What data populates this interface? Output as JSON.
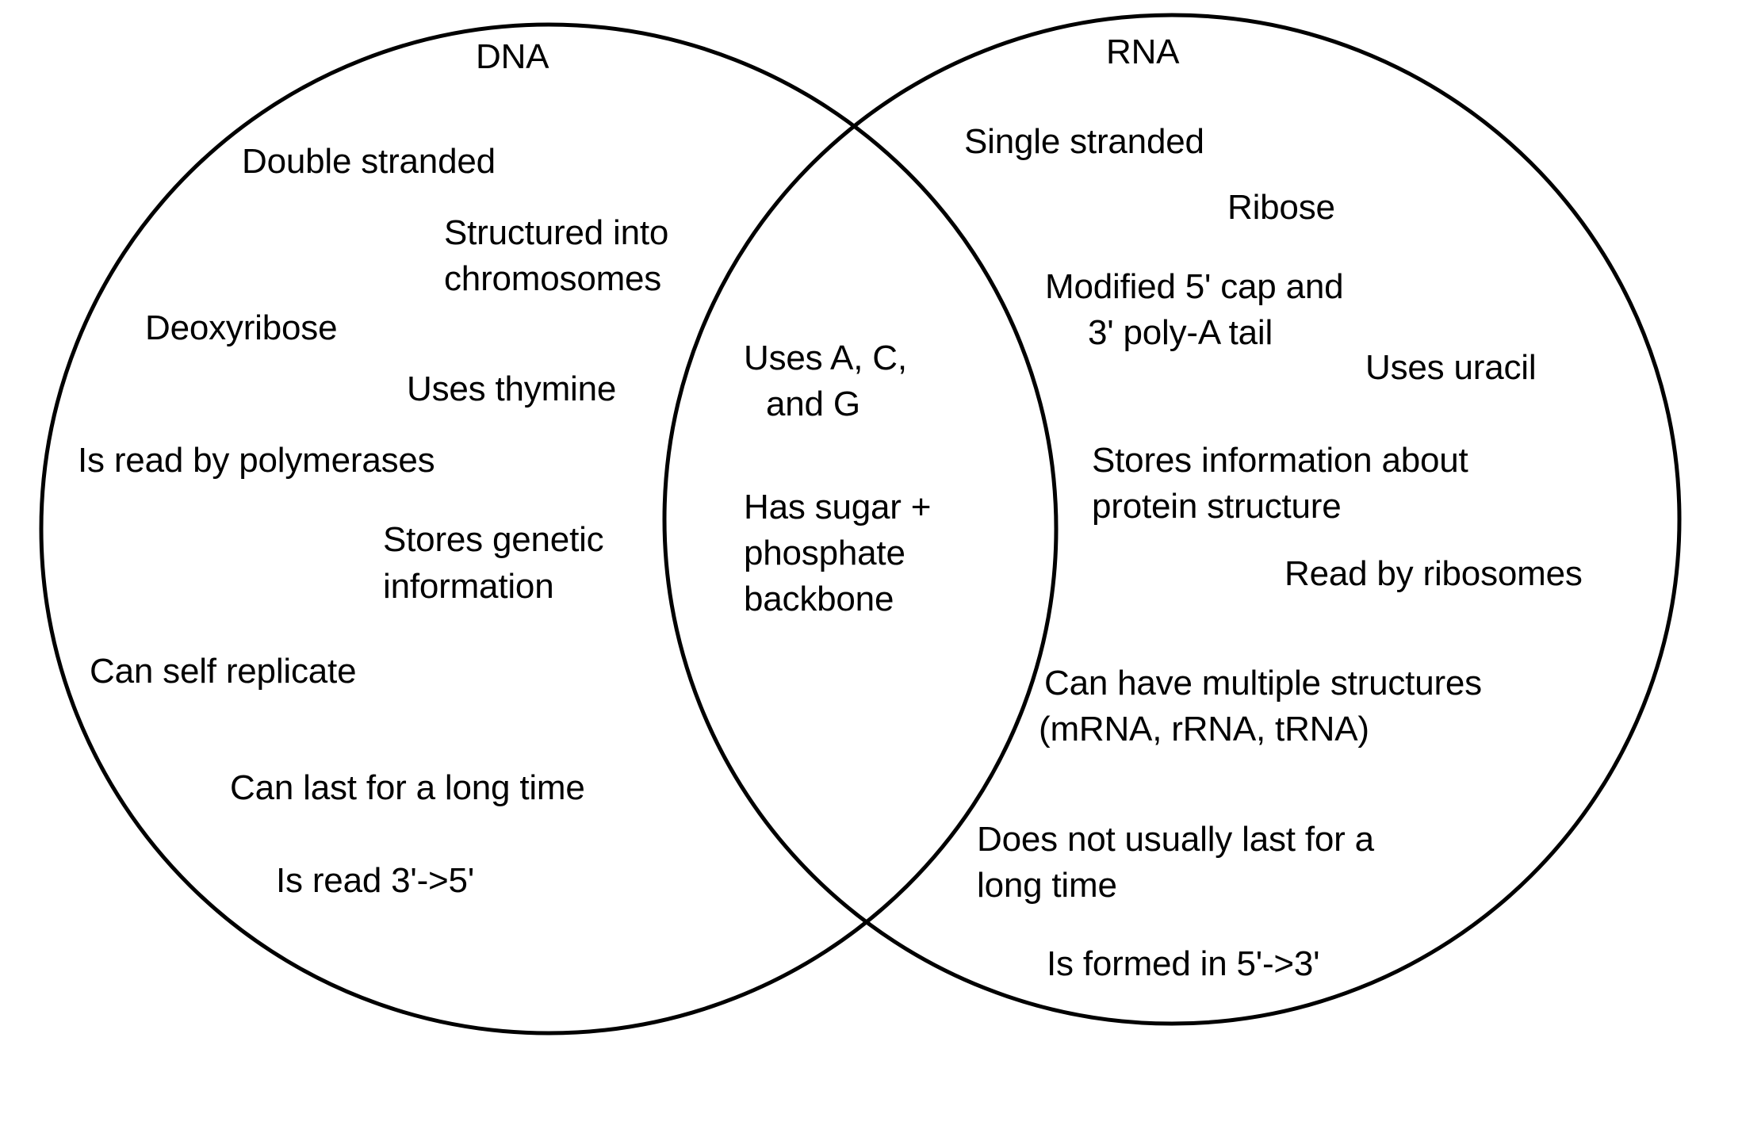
{
  "diagram": {
    "type": "venn",
    "title_left": "DNA",
    "title_right": "RNA",
    "background_color": "#ffffff",
    "stroke_color": "#000000",
    "text_color": "#000000"
  },
  "left_circle": {
    "label": "DNA",
    "items": [
      "Double stranded",
      "Structured into",
      "chromosomes",
      "Deoxyribose",
      "Uses thymine",
      "Is read by polymerases",
      "Stores genetic",
      "information",
      "Can self replicate",
      "Can last for a long time",
      "Is read 3'->5'"
    ]
  },
  "center_overlap": {
    "items": [
      "Uses A, C,",
      "and G",
      "Has sugar +",
      "phosphate",
      "backbone"
    ]
  },
  "right_circle": {
    "label": "RNA",
    "items": [
      "Single stranded",
      "Ribose",
      "Modified 5' cap and",
      "3' poly-A tail",
      "Uses uracil",
      "Stores information about",
      "protein structure",
      "Read by ribosomes",
      "Can have multiple structures",
      "(mRNA, rRNA, tRNA)",
      "Does not usually last for a",
      "long time",
      "Is formed in 5'->3'"
    ]
  }
}
